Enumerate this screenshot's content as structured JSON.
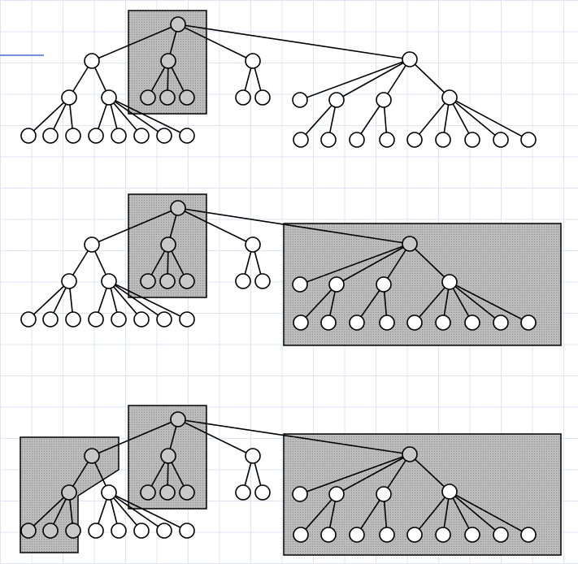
{
  "colors": {
    "background": "#ffffff",
    "grid": "#dfe4f5",
    "accent_line": "#4a6fd6",
    "edge": "#000000",
    "node_fill": "#ffffff",
    "node_highlight_fill": "#c8c8c8",
    "shaded_region": "#b8b8b8"
  },
  "diagram": {
    "panels": [
      {
        "stage": 1,
        "shaded": [
          "center-block"
        ]
      },
      {
        "stage": 2,
        "shaded": [
          "center-block",
          "right-block"
        ]
      },
      {
        "stage": 3,
        "shaded": [
          "center-block",
          "right-block",
          "left-block"
        ]
      }
    ]
  }
}
